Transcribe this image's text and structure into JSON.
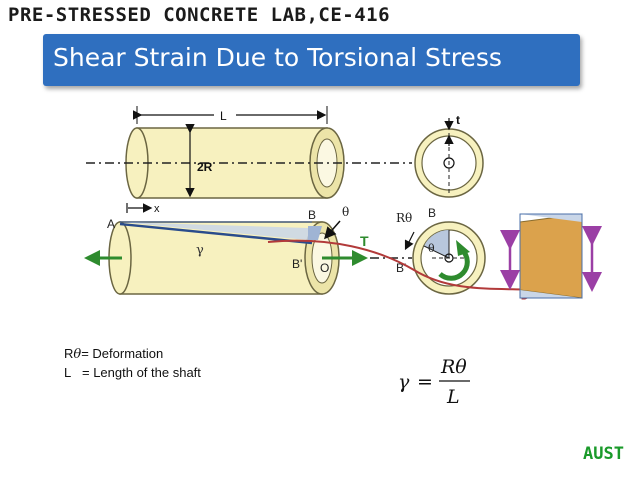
{
  "header": {
    "lab": "PRE-STRESSED CONCRETE LAB,CE-416"
  },
  "slide": {
    "title": "Shear Strain Due to Torsional Stress"
  },
  "diagram": {
    "labels": {
      "L": "L",
      "two_r": "2R",
      "x": "x",
      "a": "A",
      "b": "B",
      "b_prime": "B'",
      "o": "O",
      "gamma": "γ",
      "theta": "θ",
      "t_torque": "T",
      "t_thickness": "t",
      "r_theta": "Rθ",
      "b_right": "B",
      "theta_right": "θ",
      "b_prime_right": "B'"
    },
    "colors": {
      "cylinder_fill": "#f7f1bf",
      "cylinder_stroke": "#6b6642",
      "arrow_green": "#2e8b2e",
      "strain_line": "#2a4c8c",
      "curve_red": "#b23a3a",
      "sheared_element": "#dba24c",
      "arrow_purple": "#9b3fa5",
      "title_blue": "#2f6fbf"
    },
    "icons": [
      "double-headed-arrow",
      "torque-arrow",
      "rotation-arrow"
    ]
  },
  "legend": {
    "line1_symbol": "R",
    "line1_theta": "θ",
    "line1_text": "= Deformation",
    "line2_lead": "L",
    "line2_text": "= Length of the shaft"
  },
  "formula": {
    "lhs": "γ",
    "eq": "=",
    "numerator": "Rθ",
    "denominator": "L"
  },
  "footer": {
    "brand": "AUST"
  }
}
